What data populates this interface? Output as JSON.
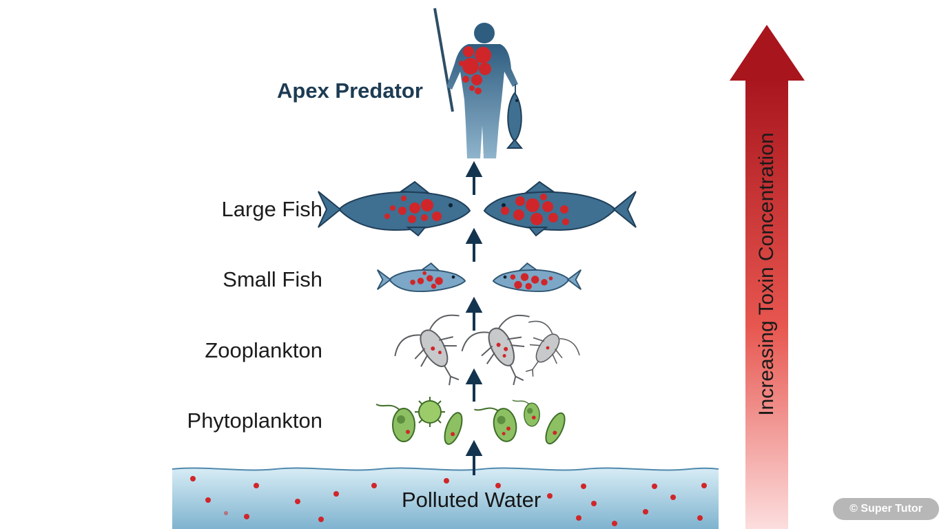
{
  "levels": {
    "apex": "Apex Predator",
    "large_fish": "Large Fish",
    "small_fish": "Small Fish",
    "zooplankton": "Zooplankton",
    "phytoplankton": "Phytoplankton",
    "water": "Polluted Water"
  },
  "side_arrow_label": "Increasing Toxin Concentration",
  "watermark": "© Super Tutor",
  "colors": {
    "toxin": "#d0262a",
    "fish": "#3f6f91",
    "small_fish": "#7da7c6",
    "phytoplankton": "#8cc063",
    "zooplankton": "#c7c9cb",
    "human": "#3f6c8f",
    "water": "#a9d0e3",
    "arrow_top": "#a8151d",
    "arrow_bottom": "#fbdcdc",
    "flow_arrow": "#13344f"
  }
}
